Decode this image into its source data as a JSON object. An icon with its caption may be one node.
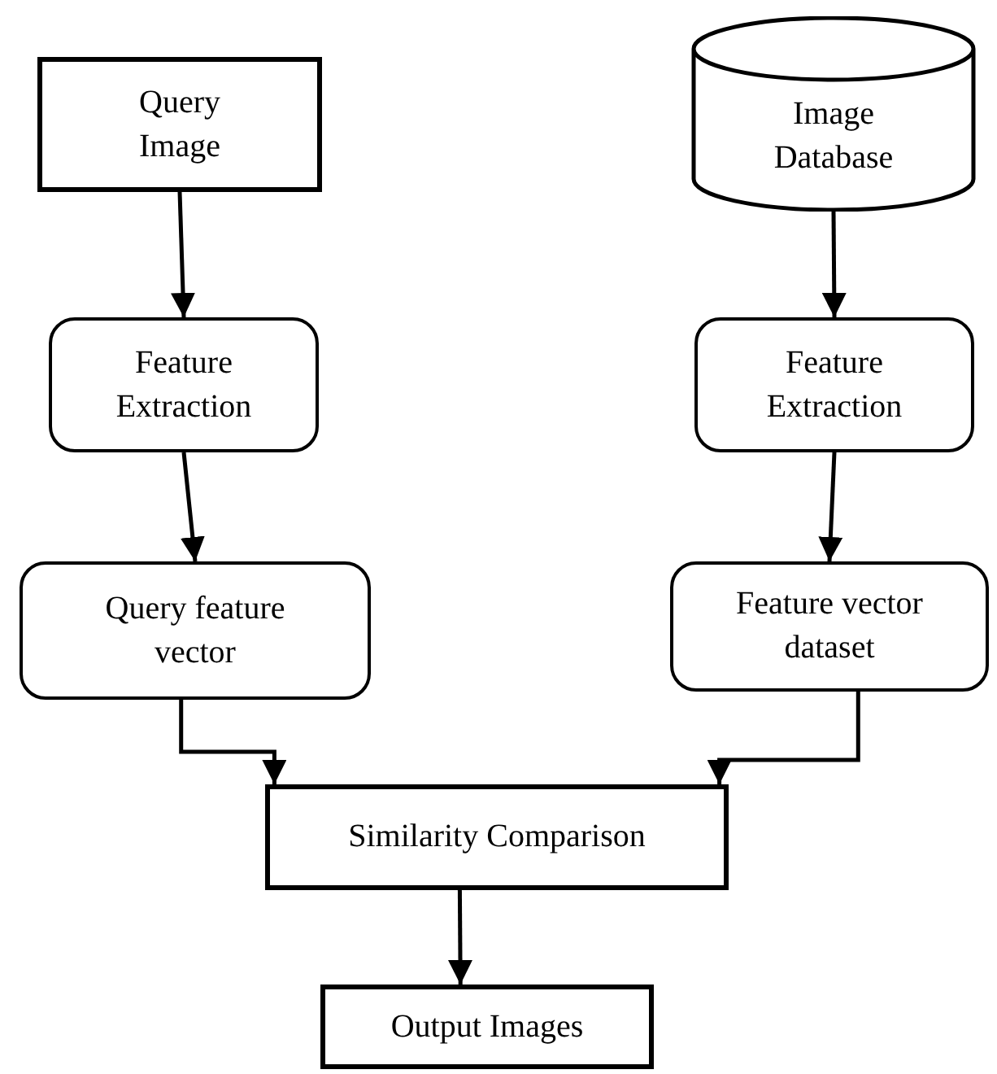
{
  "diagram": {
    "nodes": [
      {
        "text": [
          "Query Image"
        ]
      },
      {
        "text": [
          "Image Database"
        ]
      },
      {
        "text": [
          "Feature Extraction"
        ]
      },
      {
        "text": [
          "Feature Extraction"
        ]
      },
      {
        "text": [
          "Query feature vector"
        ]
      },
      {
        "text": [
          "Feature vector dataset"
        ]
      },
      {
        "text": [
          "Similarity Comparison"
        ]
      },
      {
        "text": [
          "Output Images"
        ]
      }
    ],
    "edges": [
      {
        "from": 0,
        "to": 2,
        "arrow": "to"
      },
      {
        "from": 2,
        "to": 4,
        "arrow": "to"
      },
      {
        "from": 1,
        "to": 3,
        "arrow": "to"
      },
      {
        "from": 3,
        "to": 5,
        "arrow": "to"
      },
      {
        "from": 4,
        "to": 6,
        "arrow": "to"
      },
      {
        "from": 5,
        "to": 6,
        "arrow": "to"
      },
      {
        "from": 6,
        "to": 7,
        "arrow": "to"
      }
    ]
  }
}
